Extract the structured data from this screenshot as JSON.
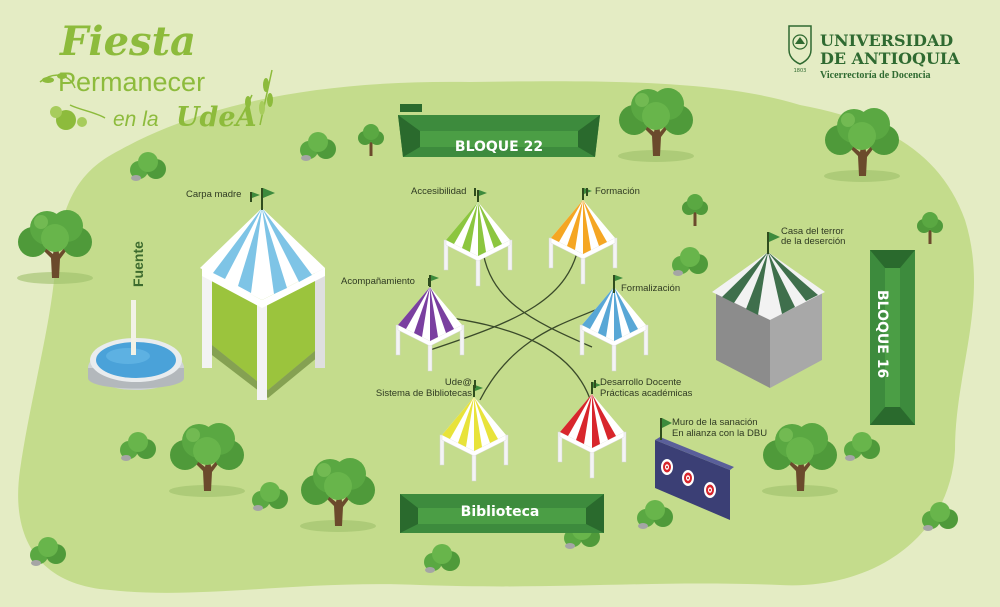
{
  "title": {
    "line1": "Fiesta",
    "line2": "Permanecer",
    "line3a": "en la",
    "line3b": "UdeA"
  },
  "university": {
    "name_line1": "UNIVERSIDAD",
    "name_line2": "DE ANTIOQUIA",
    "subunit": "Vicerrectoría de Docencia",
    "seal_icon": "university-seal-icon"
  },
  "colors": {
    "ground": "#c4dc8c",
    "background": "#e4ecc4",
    "banner": "#3d8b3d",
    "banner_dark": "#2a6a2d"
  },
  "banners": {
    "bloque22": "BLOQUE 22",
    "bloque16": "BLOQUE 16",
    "biblioteca": "Biblioteca"
  },
  "fountain_label": "Fuente",
  "tents": {
    "carpa_madre": "Carpa madre",
    "accesibilidad": "Accesibilidad",
    "formacion": "Formación",
    "acompanamiento": "Acompañamiento",
    "formalizacion": "Formalización",
    "udea_line1": "Ude@",
    "udea_line2": "Sistema de Bibliotecas",
    "desarrollo_line1": "Desarrollo Docente",
    "desarrollo_line2": "Prácticas académicas",
    "terror_line1": "Casa del terror",
    "terror_line2": "de la deserción"
  },
  "wall": {
    "line1": "Muro de la sanación",
    "line2": "En alianza con la DBU"
  }
}
